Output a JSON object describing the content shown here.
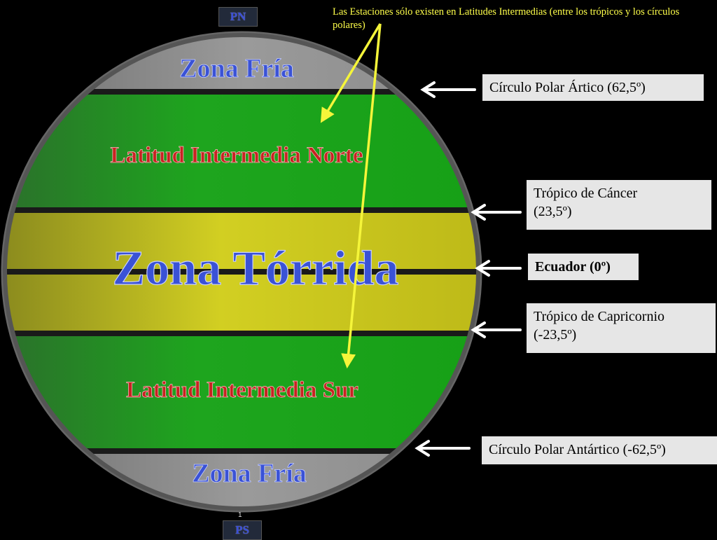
{
  "note": "Las Estaciones sólo existen en Latitudes Intermedias (entre los trópicos y los círculos polares)",
  "poles": {
    "north": "PN",
    "south": "PS"
  },
  "zones": {
    "cold_north": "Zona Fría",
    "temperate_north": "Latitud Intermedia Norte",
    "torrid": "Zona Tórrida",
    "temperate_south": "Latitud Intermedia Sur",
    "cold_south": "Zona Fría"
  },
  "labels": {
    "arctic": "Círculo Polar Ártico (62,5º)",
    "cancer_line1": "Trópico de Cáncer",
    "cancer_line2": "(23,5º)",
    "equator": "Ecuador (0º)",
    "capricorn_line1": "Trópico de  Capricornio",
    "capricorn_line2": "(-23,5º)",
    "antarctic": "Círculo Polar Antártico (-62,5º)"
  },
  "page_number": "1",
  "colors": {
    "cold": "#8a8a8a",
    "temperate": "#1fa81f",
    "torrid": "#c4c21a",
    "line": "#1a1a1a",
    "zone_text_blue": "#3a52d6",
    "zone_text_red": "#c82222",
    "arrow_yellow": "#f5f53a",
    "arrow_white": "#ffffff"
  }
}
